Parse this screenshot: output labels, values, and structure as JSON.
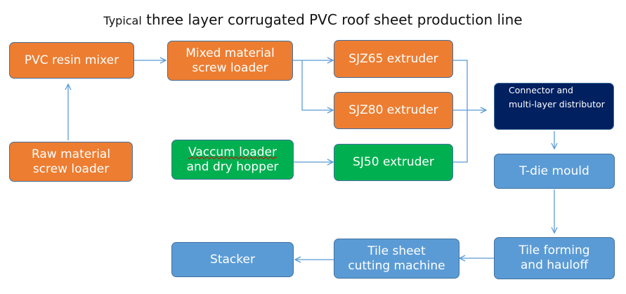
{
  "title": {
    "prefix": "Typical",
    "main": " three layer corrugated PVC roof sheet production line"
  },
  "nodes": {
    "pvc_resin_mixer": "PVC resin mixer",
    "mixed_loader_line1": "Mixed material",
    "mixed_loader_line2": "screw loader",
    "sjz65": "SJZ65 extruder",
    "sjz80": "SJZ80 extruder",
    "connector_line1": "Connector and",
    "connector_line2": "multi-layer distributor",
    "raw_loader_line1": "Raw material",
    "raw_loader_line2": "screw loader",
    "vaccum_line1": "Vaccum loader",
    "vaccum_line2": "and dry hopper",
    "sj50": "SJ50 extruder",
    "tdie": "T-die mould",
    "tile_forming_line1": "Tile forming",
    "tile_forming_line2": "and hauloff",
    "cutting_line1": "Tile sheet",
    "cutting_line2": "cutting machine",
    "stacker": "Stacker"
  },
  "colors": {
    "orange": "#ed7d31",
    "green": "#00b050",
    "blue": "#5b9bd5",
    "navy": "#002060",
    "arrow": "#5b9bd5"
  }
}
